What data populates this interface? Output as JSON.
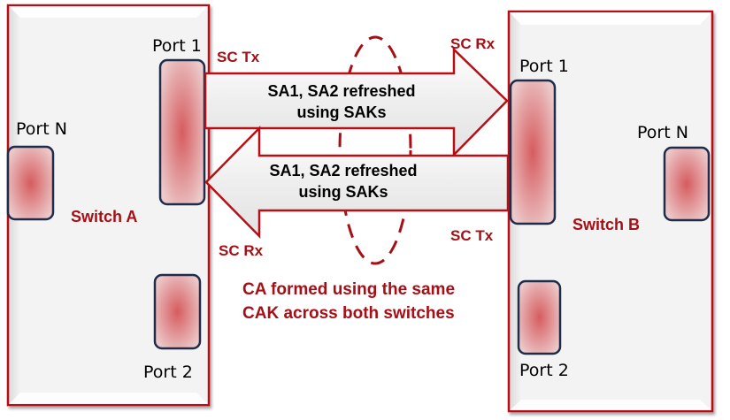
{
  "diagram": {
    "title": "MACsec connectivity association between two switches",
    "colors": {
      "accent_red": "#a50f15",
      "border_red": "#b80f14",
      "port_border": "#1f2d4a",
      "port_fill_center": "#d65c5f",
      "port_fill_edge": "#ecc9ca",
      "panel_fill": "#f3f3f3"
    },
    "switch_a": {
      "name": "Switch A",
      "ports": {
        "port1": "Port 1",
        "portN": "Port N",
        "port2": "Port 2"
      },
      "sc_tx": "SC Tx",
      "sc_rx": "SC Rx"
    },
    "switch_b": {
      "name": "Switch B",
      "ports": {
        "port1": "Port 1",
        "portN": "Port N",
        "port2": "Port 2"
      },
      "sc_tx": "SC Tx",
      "sc_rx": "SC Rx"
    },
    "arrows": {
      "a_to_b": {
        "line1": "SA1, SA2 refreshed",
        "line2": "using SAKs"
      },
      "b_to_a": {
        "line1": "SA1, SA2 refreshed",
        "line2": "using SAKs"
      }
    },
    "ca_caption": {
      "line1": "CA formed using the same",
      "line2": "CAK across both switches"
    }
  }
}
